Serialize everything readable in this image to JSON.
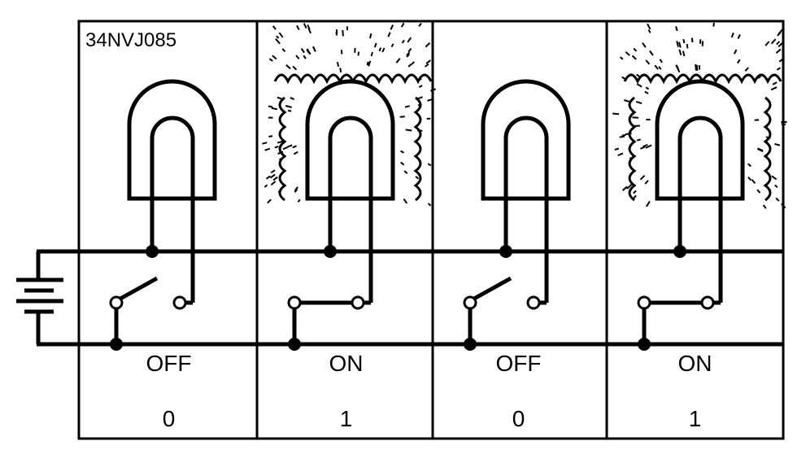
{
  "figure": {
    "id_label": "34NVJ085"
  },
  "panels": [
    {
      "state": "OFF",
      "bit": "0",
      "lit": false
    },
    {
      "state": "ON",
      "bit": "1",
      "lit": true
    },
    {
      "state": "OFF",
      "bit": "0",
      "lit": false
    },
    {
      "state": "ON",
      "bit": "1",
      "lit": true
    }
  ],
  "colors": {
    "ink": "#000000",
    "background": "#ffffff"
  },
  "icons": [
    "battery-icon",
    "light-bulb-icon",
    "switch-icon",
    "glow-rays-icon"
  ]
}
